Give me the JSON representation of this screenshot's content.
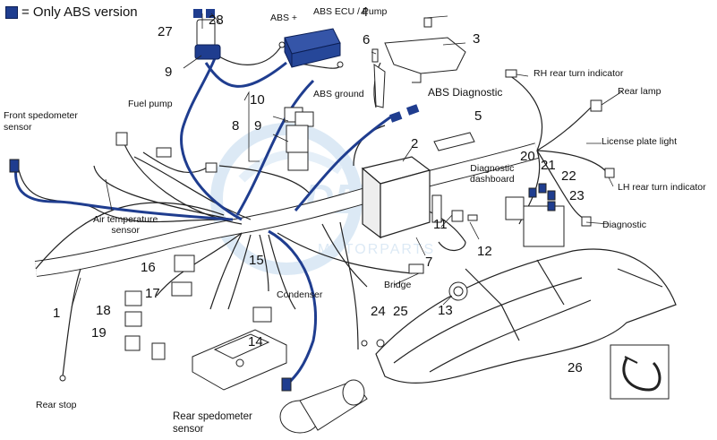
{
  "legend": {
    "text": "= Only ABS version",
    "color": "#1f3d8f"
  },
  "labels": {
    "front_speedometer_sensor": "Front spedometer\nsensor",
    "fuel_pump": "Fuel pump",
    "air_temp_sensor": "Air temperature\nsensor",
    "abs_plus": "ABS +",
    "abs_ecu_pump": "ABS ECU / Pump",
    "abs_ground": "ABS ground",
    "abs_diagnostic": "ABS Diagnostic",
    "rh_rear_turn": "RH rear turn indicator",
    "rear_lamp": "Rear lamp",
    "license_plate_light": "License plate light",
    "lh_rear_turn": "LH rear turn indicator",
    "diagnostic_dashboard": "Diagnostic\ndashboard",
    "diagnostic": "Diagnostic",
    "bridge": "Bridge",
    "condenser": "Condenser",
    "rear_stop": "Rear stop",
    "rear_speedometer_sensor": "Rear spedometer\nsensor"
  },
  "numbers": [
    "1",
    "2",
    "3",
    "4",
    "5",
    "6",
    "7",
    "8",
    "9",
    "9",
    "10",
    "11",
    "12",
    "13",
    "14",
    "15",
    "16",
    "17",
    "18",
    "19",
    "20",
    "21",
    "22",
    "23",
    "24",
    "25",
    "26",
    "27",
    "28"
  ],
  "watermark": "MOTORPARTS"
}
